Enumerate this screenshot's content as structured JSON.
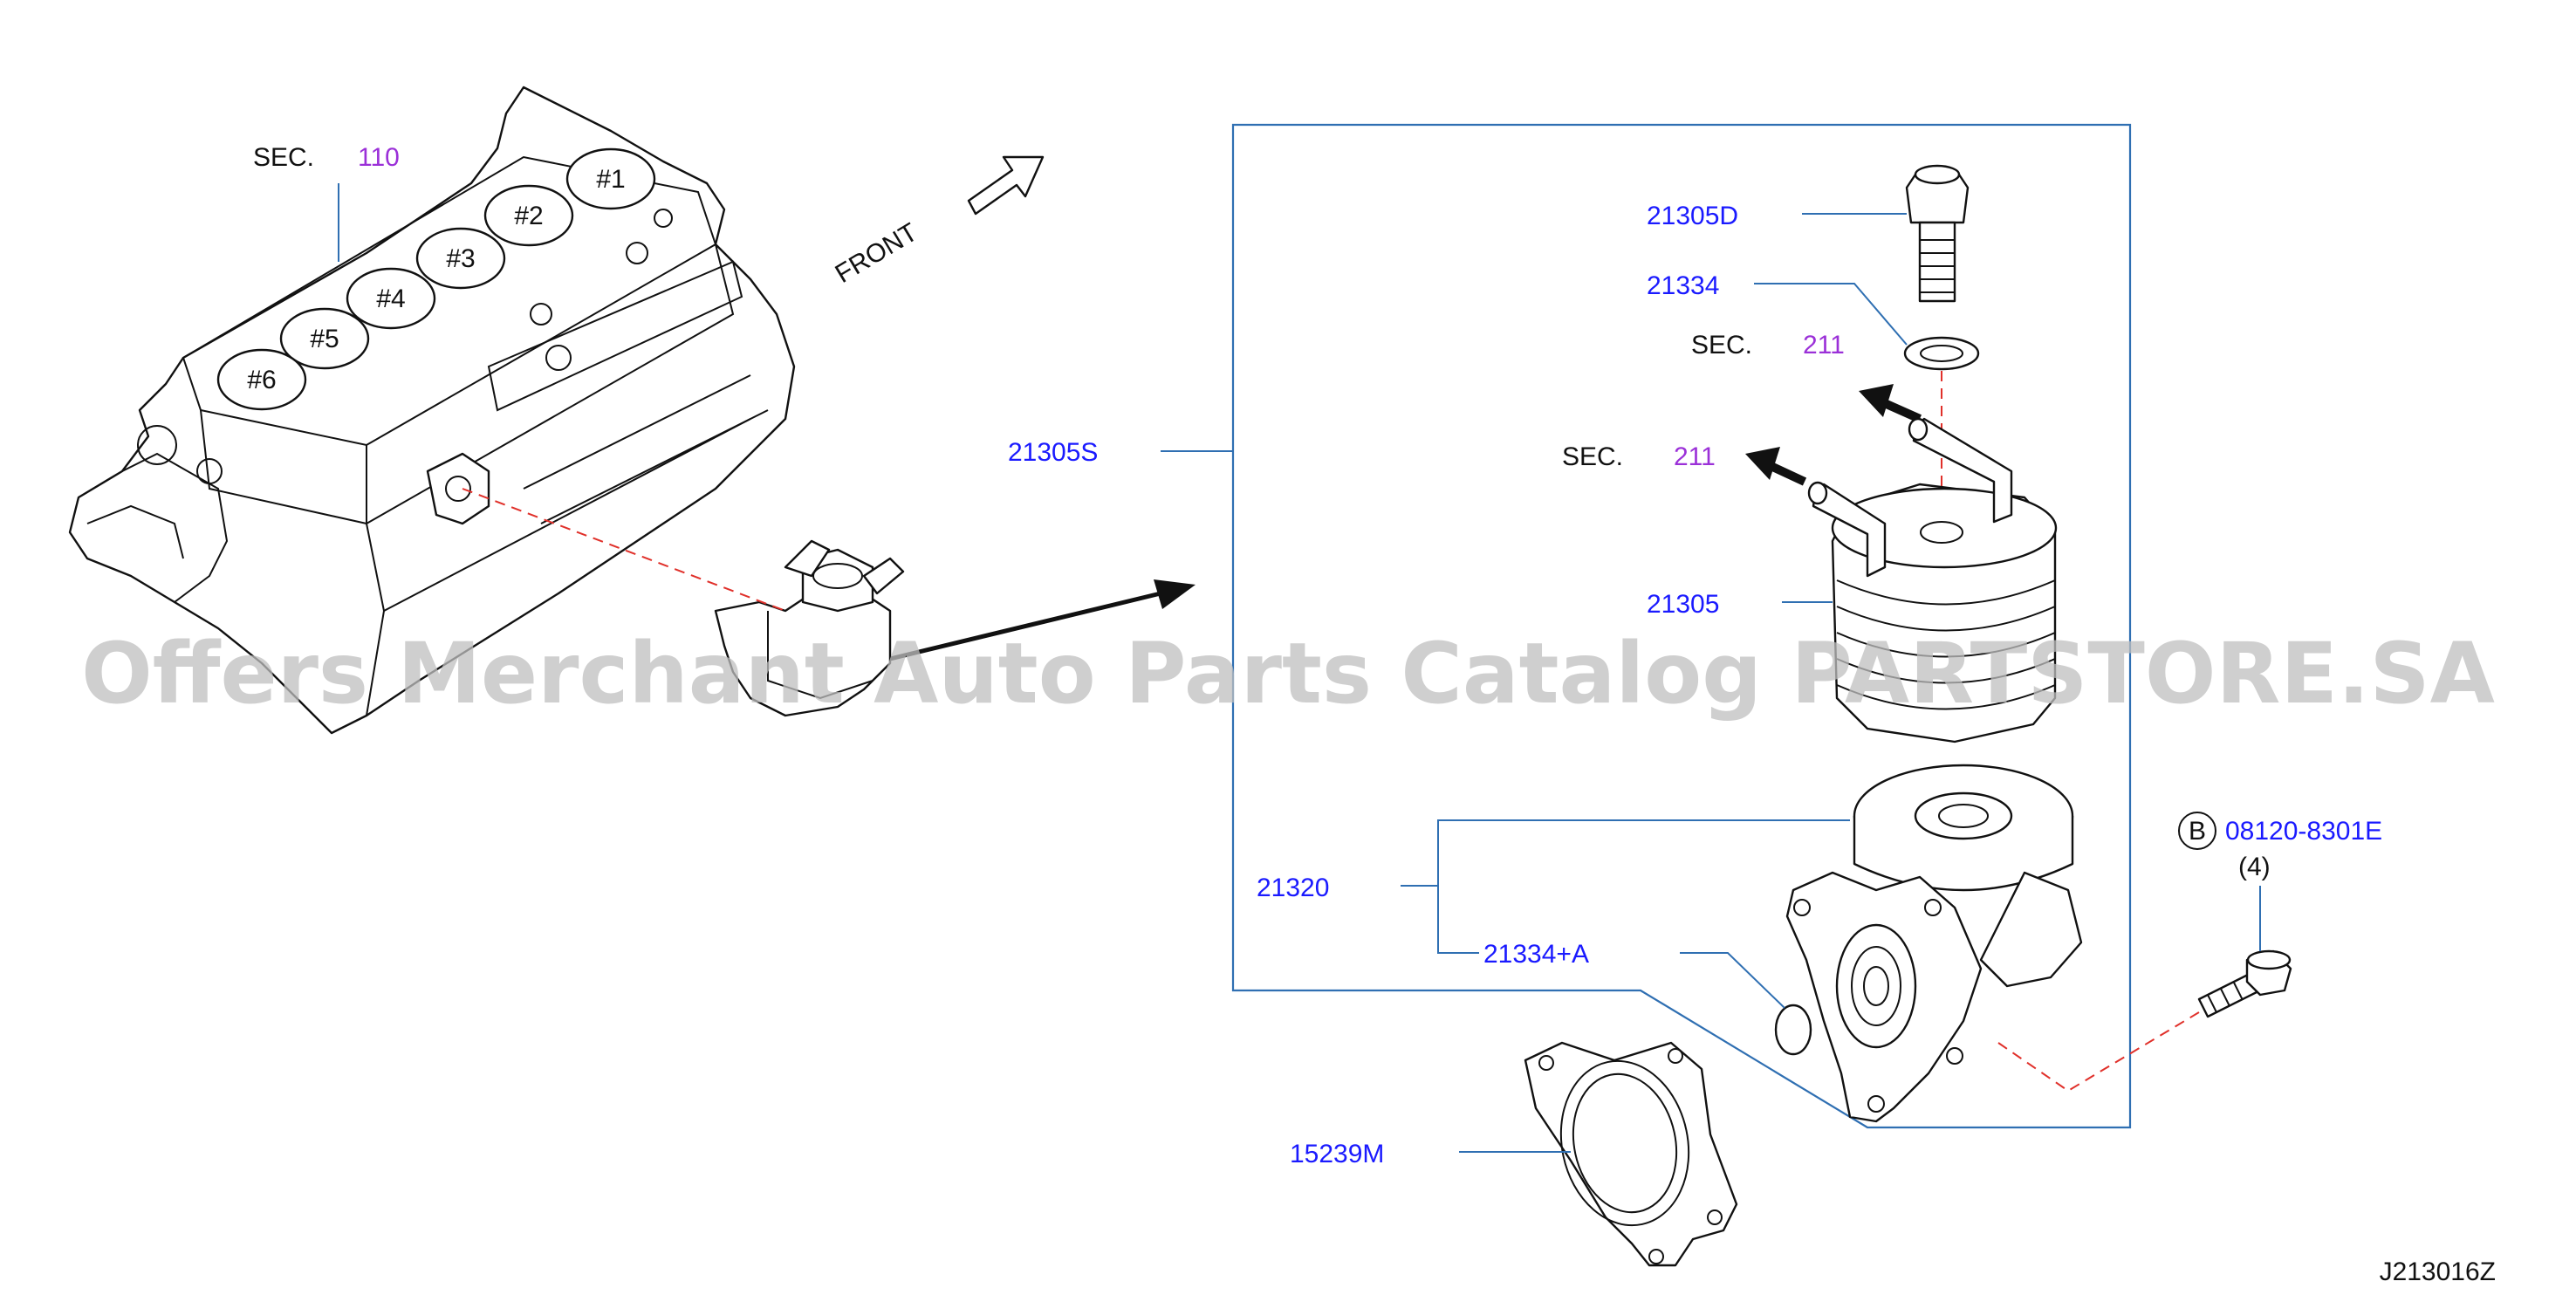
{
  "colors": {
    "part_number": "#1a1aff",
    "section_number": "#9b30d8",
    "leader_line": "#2f6fb2",
    "centerline": "#e0302a",
    "watermark": "#bfbfbf"
  },
  "engine": {
    "sec_label": "SEC.",
    "sec_number": "110",
    "cylinders": [
      "#1",
      "#2",
      "#3",
      "#4",
      "#5",
      "#6"
    ]
  },
  "front_label": "FRONT",
  "parts": {
    "p21305D": "21305D",
    "p21334": "21334",
    "p21305S": "21305S",
    "p21305": "21305",
    "p21320": "21320",
    "p21334A": "21334+A",
    "p15239M": "15239M",
    "bolt": {
      "badge": "B",
      "number": "08120-8301E",
      "qty": "(4)"
    }
  },
  "sec_refs": [
    {
      "label": "SEC.",
      "number": "211"
    },
    {
      "label": "SEC.",
      "number": "211"
    }
  ],
  "watermark": "Offers Merchant Auto Parts Catalog PARTSTORE.SA",
  "diagram_id": "J213016Z"
}
